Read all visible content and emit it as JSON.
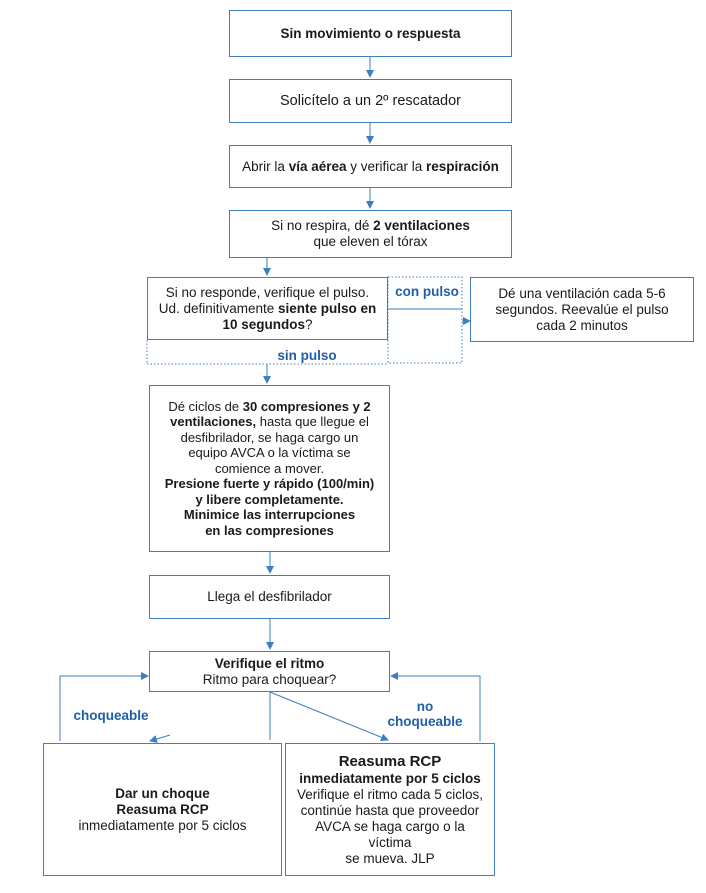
{
  "boxes": {
    "b1": {
      "text": "Sin movimiento o respuesta"
    },
    "b2": {
      "text": "Solicítelo a un 2º rescatador"
    },
    "b3": {
      "t1": "Abrir la ",
      "t2": "vía aérea",
      "t3": " y verificar la ",
      "t4": "respiración"
    },
    "b4": {
      "t1": "Si no respira, dé ",
      "t2": "2 ventilaciones",
      "t3": "que eleven el tórax"
    },
    "b5": {
      "t1": "Si no responde, verifique el pulso.",
      "t2": "Ud. definitivamente ",
      "t3": "siente pulso en",
      "t4": "10 segundos",
      "t5": "?"
    },
    "b6": {
      "t1": "Dé una ventilación cada 5-6",
      "t2": "segundos. Reevalúe el pulso",
      "t3": "cada 2 minutos"
    },
    "b7": {
      "t1": "Dé ciclos de ",
      "t2": "30 compresiones y 2",
      "t3": "ventilaciones,",
      "t4": " hasta que llegue el",
      "t5": "desfibrilador, se haga cargo un",
      "t6": "equipo AVCA o la víctima se",
      "t7": "comience a mover.",
      "t8": "Presione fuerte y rápido (100/min)",
      "t9": "y libere completamente.",
      "t10": "Minimice las interrupciones",
      "t11": "en las compresiones"
    },
    "b8": {
      "text": "Llega el desfibrilador"
    },
    "b9": {
      "t1": "Verifique el ritmo",
      "t2": "Ritmo para choquear?"
    },
    "b10": {
      "t1": "Dar un choque",
      "t2": "Reasuma RCP",
      "t3": "inmediatamente por 5 ciclos"
    },
    "b11": {
      "t1": "Reasuma RCP",
      "t2": "inmediatamente por 5 ciclos",
      "t3": "Verifique el ritmo cada 5 ciclos,",
      "t4": "continúe hasta que proveedor",
      "t5": "AVCA se haga cargo o la víctima",
      "t6": "se mueva. JLP"
    }
  },
  "labels": {
    "con_pulso": "con pulso",
    "sin_pulso": "sin pulso",
    "choqueable": "choqueable",
    "no_choqueable_1": "no",
    "no_choqueable_2": "choqueable"
  },
  "colors": {
    "border": "#3f7fbf",
    "arrow": "#3f7fbf",
    "label": "#1f5fa8"
  }
}
